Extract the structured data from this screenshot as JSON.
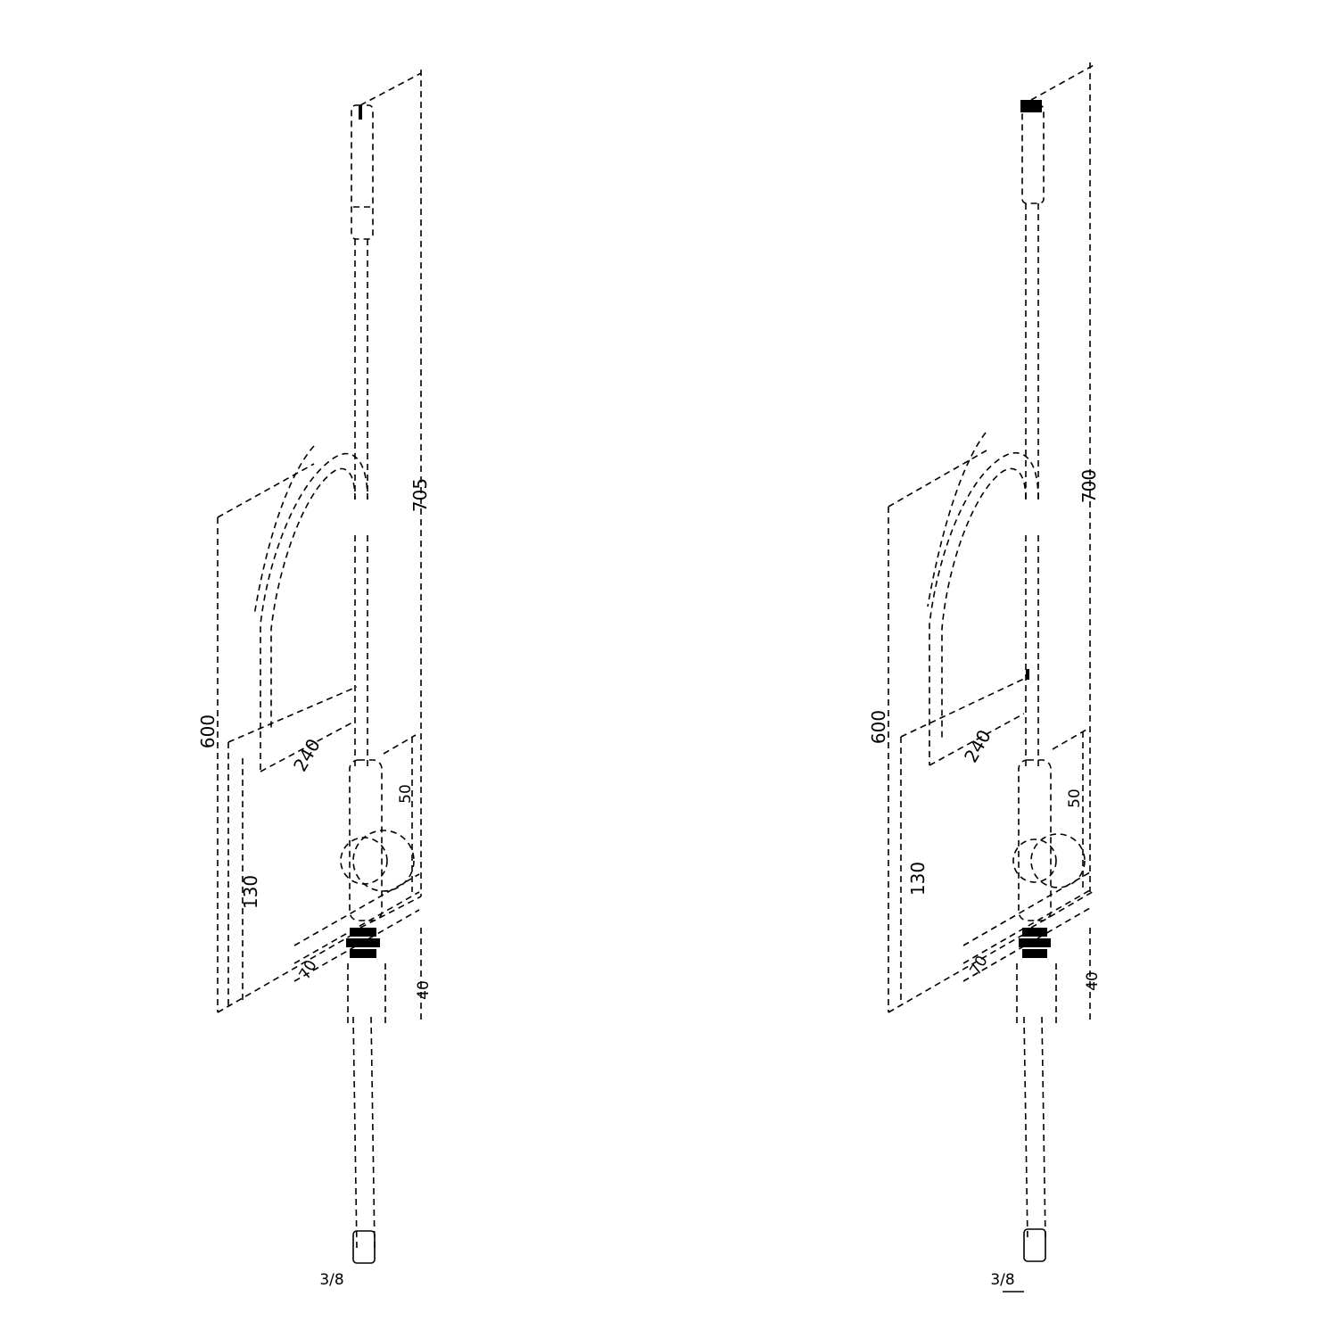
{
  "drawing": {
    "line_color": "#000000",
    "background": "#ffffff",
    "views": [
      {
        "name": "left",
        "labels": {
          "overall_height": "705",
          "spout_reach_height": "600",
          "lower_height": "130",
          "spout_angle": "240",
          "base_depth": "70",
          "deck_thickness": "50",
          "lower_offset": "40",
          "thread": "3/8"
        }
      },
      {
        "name": "right",
        "labels": {
          "overall_height": "700",
          "spout_reach_height": "600",
          "lower_height": "130",
          "spout_angle": "240",
          "base_depth": "70",
          "deck_thickness": "50",
          "lower_offset": "40",
          "thread": "3/8"
        }
      }
    ]
  }
}
